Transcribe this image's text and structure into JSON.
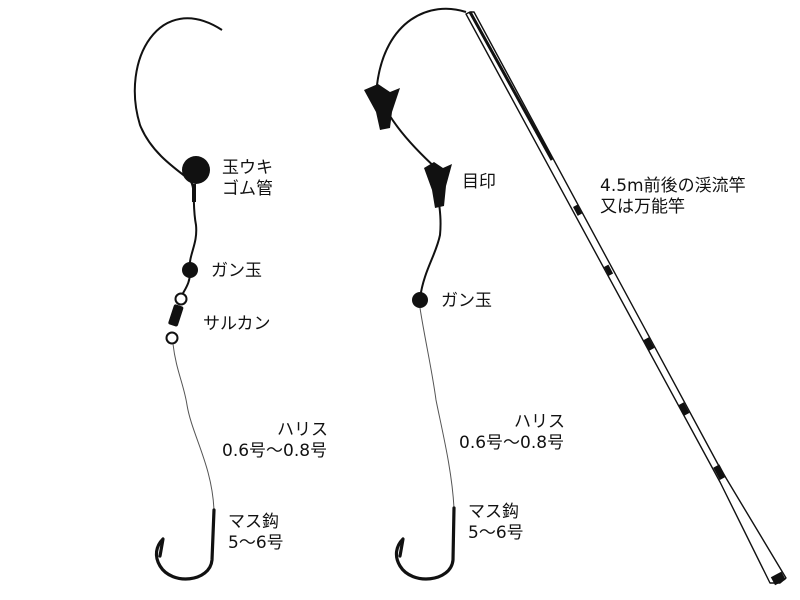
{
  "colors": {
    "line": "#111111",
    "leader": "#555555",
    "rod_fill": "#ffffff"
  },
  "left_rig": {
    "float_label_1": "玉ウキ",
    "float_label_2": "ゴム管",
    "shot_label": "ガン玉",
    "swivel_label": "サルカン",
    "leader_label_1": "ハリス",
    "leader_label_2": "0.6号～0.8号",
    "hook_label_1": "マス鈎",
    "hook_label_2": "5～6号"
  },
  "right_rig": {
    "marker_label": "目印",
    "shot_label": "ガン玉",
    "leader_label_1": "ハリス",
    "leader_label_2": "0.6号～0.8号",
    "hook_label_1": "マス鈎",
    "hook_label_2": "5～6号"
  },
  "rod": {
    "label_1": "4.5m前後の渓流竿",
    "label_2": "又は万能竿"
  }
}
